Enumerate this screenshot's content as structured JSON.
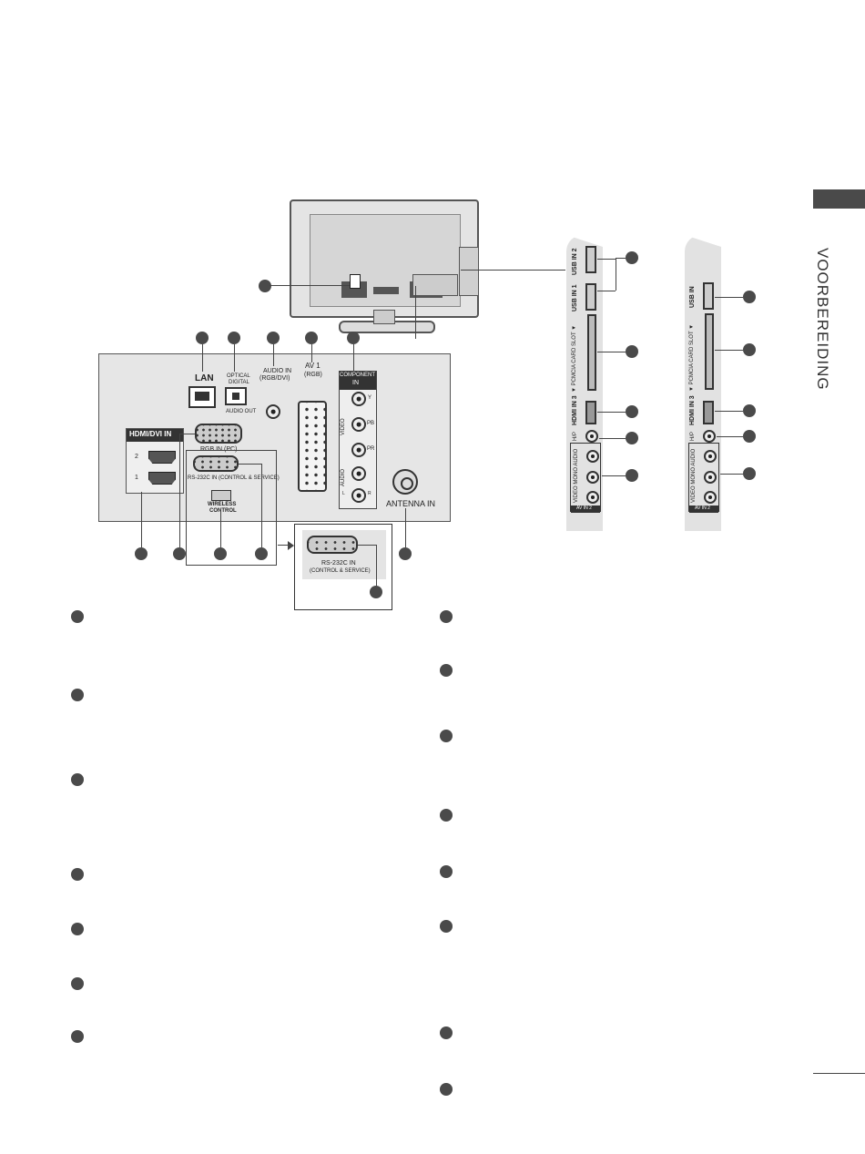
{
  "side_tab": {
    "title": "VOORBEREIDING"
  },
  "back_panel": {
    "lan": "LAN",
    "optical_top": "OPTICAL",
    "optical_bottom": "DIGITAL",
    "audio_out": "AUDIO OUT",
    "audio_in": "AUDIO IN",
    "audio_in_sub": "(RGB/DVI)",
    "av1": "AV 1",
    "av1_sub": "(RGB)",
    "component_in_1": "COMPONENT",
    "component_in_2": "IN",
    "hdmi_dvi_in": "HDMI/DVI IN",
    "hdmi_2": "2",
    "hdmi_1": "1",
    "rgb_in": "RGB IN (PC)",
    "rs232c": "RS-232C IN (CONTROL & SERVICE)",
    "wireless_1": "WIRELESS",
    "wireless_2": "CONTROL",
    "antenna_in": "ANTENNA IN",
    "comp_video": "VIDEO",
    "comp_audio": "AUDIO",
    "comp_y": "Y",
    "comp_pb": "PB",
    "comp_pr": "PR",
    "comp_l": "L",
    "comp_r": "R"
  },
  "inset": {
    "line1": "RS-232C IN",
    "line2": "(CONTROL & SERVICE)"
  },
  "side_panel_a": {
    "usb2": "USB IN 2",
    "usb1": "USB IN 1",
    "pcmcia": "▼ PCMCIA CARD SLOT ▼",
    "hdmi3": "HDMI IN 3",
    "hp": "H/P",
    "av_labels": "VIDEO MONO AUDIO",
    "av_in2": "AV IN 2"
  },
  "side_panel_b": {
    "usb": "USB IN",
    "pcmcia": "▼ PCMCIA CARD SLOT ▼",
    "hdmi3": "HDMI IN 3",
    "hp": "H/P",
    "av_labels": "VIDEO MONO AUDIO",
    "av_in2": "AV IN 2"
  }
}
